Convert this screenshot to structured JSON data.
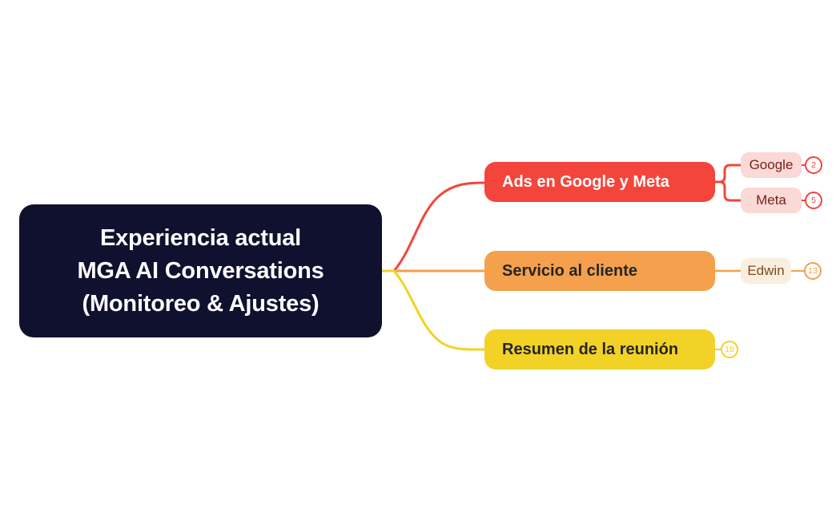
{
  "root": {
    "lines": [
      "Experiencia actual",
      "MGA AI Conversations",
      "(Monitoreo & Ajustes)"
    ]
  },
  "branches": [
    {
      "label": "Ads en Google y Meta",
      "children": [
        {
          "label": "Google",
          "badge": "2"
        },
        {
          "label": "Meta",
          "badge": "5"
        }
      ]
    },
    {
      "label": "Servicio al cliente",
      "children": [
        {
          "label": "Edwin",
          "badge": "13"
        }
      ]
    },
    {
      "label": "Resumen de la reunión",
      "badge": "18",
      "children": []
    }
  ],
  "colors": {
    "canvas-bg": "#ffffff",
    "root-bg": "#10102f",
    "root-text": "#ffffff",
    "branch-red": "#f4453c",
    "branch-red-text": "#ffffff",
    "branch-orange": "#f5a04c",
    "branch-yellow": "#f2d227",
    "branch-dark-text": "#252525",
    "child-red-bg": "#fbd9d6",
    "child-red-text": "#76231b",
    "child-orange-bg": "#faeede",
    "child-orange-text": "#7d4a20",
    "badge-bg": "#ffffff"
  }
}
